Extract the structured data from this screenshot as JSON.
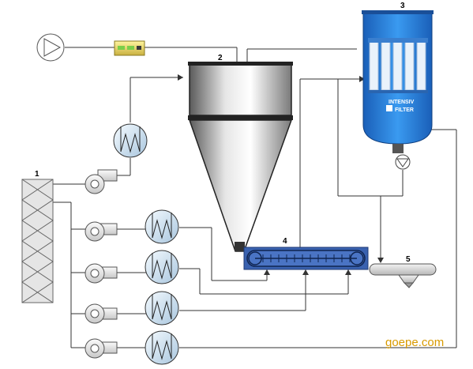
{
  "labels": {
    "n1": "1",
    "n2": "2",
    "n3": "3",
    "n4": "4",
    "n5": "5"
  },
  "filter_logo": {
    "line1": "INTENSIV",
    "line2": "FILTER"
  },
  "watermark": "goepe.com",
  "colors": {
    "filter_blue": "#2b7fd8",
    "conveyor_blue": "#3a62b0",
    "line": "#333333",
    "watermark": "#d89a00"
  }
}
